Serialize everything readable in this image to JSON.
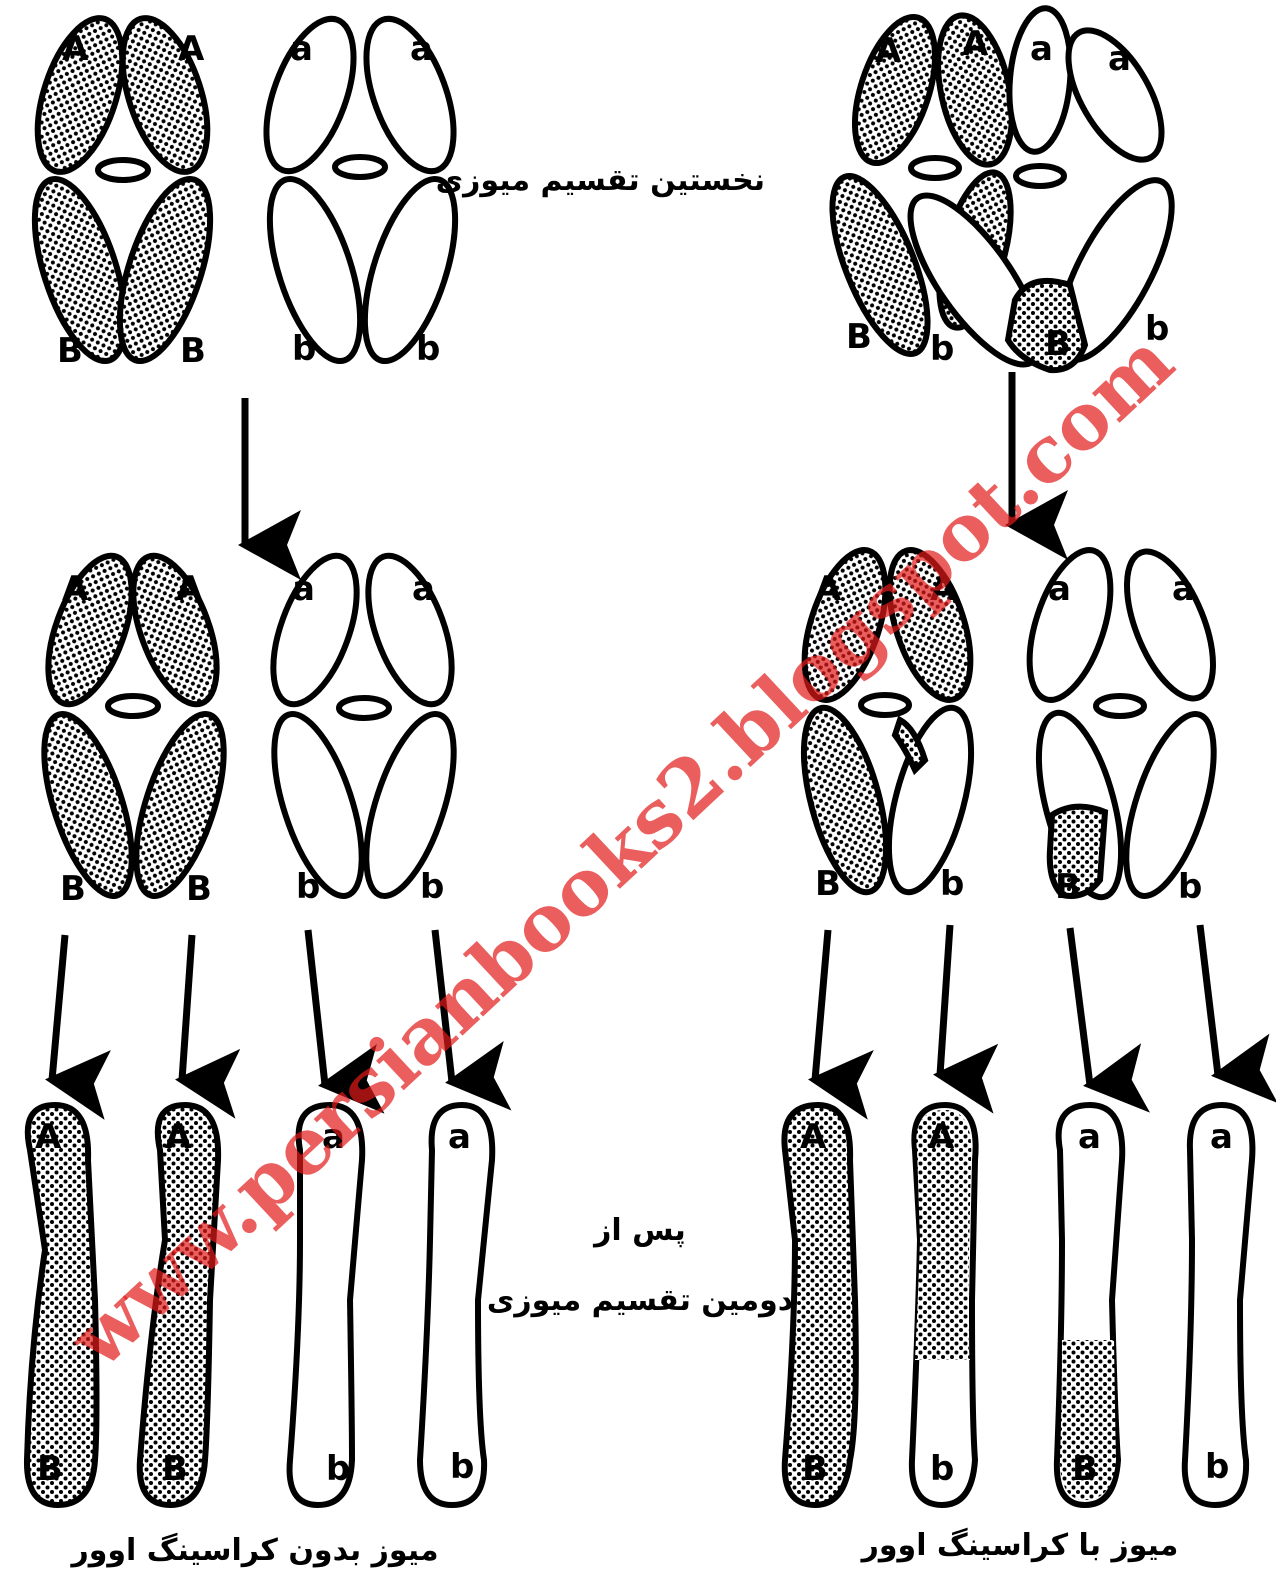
{
  "labels": {
    "first_division": "نخستین تقسیم میوزی",
    "after_second_line1": "پس از",
    "after_second_line2": "دومین تقسیم میوزی",
    "without_crossing": "میوز بدون کراسینگ اوور",
    "with_crossing": "میوز با کراسینگ اوور"
  },
  "watermark": "www.persianbooks2.blogspot.com",
  "colors": {
    "ink": "#000000",
    "watermark": "#e21a1a",
    "paper": "#ffffff"
  },
  "left_panel": {
    "top_pair": [
      {
        "arms": [
          "A",
          "A",
          "B",
          "B"
        ],
        "shaded": true
      },
      {
        "arms": [
          "a",
          "a",
          "b",
          "b"
        ],
        "shaded": false
      }
    ],
    "middle_pair": [
      {
        "arms": [
          "A",
          "A",
          "B",
          "B"
        ],
        "shaded": true
      },
      {
        "arms": [
          "a",
          "a",
          "b",
          "b"
        ],
        "shaded": false
      }
    ],
    "chromatids": [
      {
        "top": "A",
        "bottom": "B",
        "shaded": true
      },
      {
        "top": "A",
        "bottom": "B",
        "shaded": true
      },
      {
        "top": "a",
        "bottom": "b",
        "shaded": false
      },
      {
        "top": "a",
        "bottom": "b",
        "shaded": false
      }
    ]
  },
  "right_panel": {
    "top_pair_arms": [
      "A",
      "A",
      "a",
      "a",
      "B",
      "b",
      "B",
      "b"
    ],
    "middle_pair": [
      {
        "arms": [
          "A",
          "A",
          "B",
          "b"
        ]
      },
      {
        "arms": [
          "a",
          "a",
          "B",
          "b"
        ]
      }
    ],
    "chromatids": [
      {
        "top": "A",
        "bottom": "B"
      },
      {
        "top": "A",
        "bottom": "b"
      },
      {
        "top": "a",
        "bottom": "B"
      },
      {
        "top": "a",
        "bottom": "b"
      }
    ]
  }
}
